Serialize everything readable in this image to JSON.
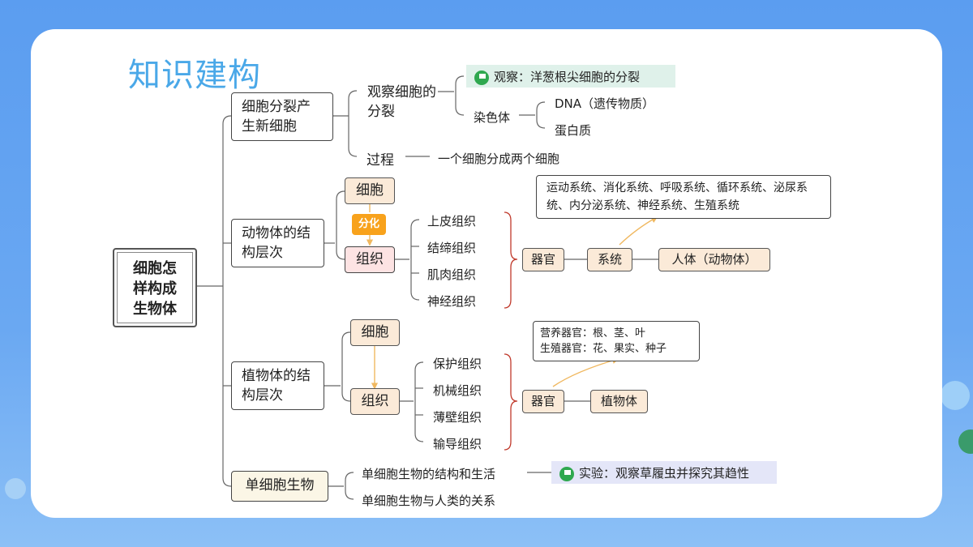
{
  "title": "知识建构",
  "root": "细胞怎样构成生物体",
  "branches": {
    "cell_division": {
      "label": "细胞分裂产生新细胞",
      "observe": "观察细胞的分裂",
      "observe_tag": "观察：洋葱根尖细胞的分裂",
      "chromosome": "染色体",
      "dna": "DNA（遗传物质）",
      "protein": "蛋白质",
      "process": "过程",
      "process_desc": "一个细胞分成两个细胞"
    },
    "animal": {
      "label": "动物体的结构层次",
      "cell": "细胞",
      "differentiation": "分化",
      "tissue": "组织",
      "tissues": [
        "上皮组织",
        "结缔组织",
        "肌肉组织",
        "神经组织"
      ],
      "organ": "器官",
      "system": "系统",
      "body": "人体（动物体）",
      "systems_note": "运动系统、消化系统、呼吸系统、循环系统、泌尿系统、内分泌系统、神经系统、生殖系统"
    },
    "plant": {
      "label": "植物体的结构层次",
      "cell": "细胞",
      "tissue": "组织",
      "tissues": [
        "保护组织",
        "机械组织",
        "薄壁组织",
        "输导组织"
      ],
      "organ": "器官",
      "body": "植物体",
      "organs_note_1": "营养器官：根、茎、叶",
      "organs_note_2": "生殖器官：花、果实、种子"
    },
    "unicellular": {
      "label": "单细胞生物",
      "structure": "单细胞生物的结构和生活",
      "experiment_tag": "实验：观察草履虫并探究其趋性",
      "relation": "单细胞生物与人类的关系"
    }
  },
  "colors": {
    "title": "#4aa8e8",
    "tissue_box": "#fbead8",
    "arrow": "#f0b860",
    "brace": "#c0392b",
    "tag_green": "#dff1ea",
    "tag_purple": "#e4e6f8",
    "differentiation": "#f8a21c"
  }
}
